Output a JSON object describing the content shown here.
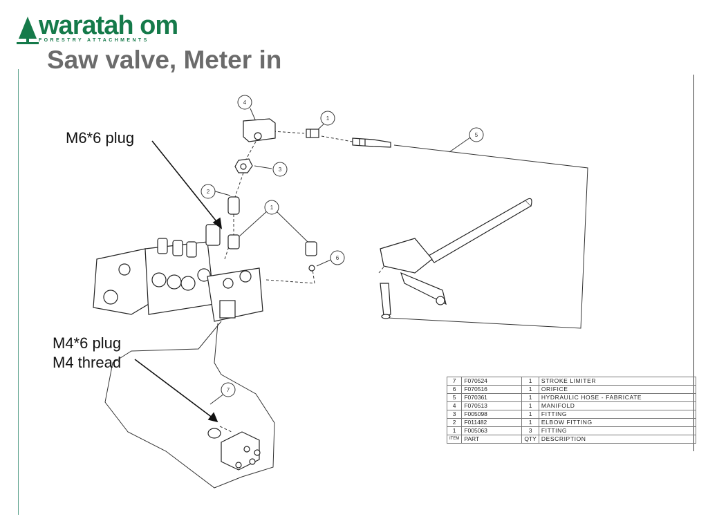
{
  "logo": {
    "name": "waratah om",
    "tagline": "FORESTRY   ATTACHMENTS",
    "brand_color": "#157a4a"
  },
  "title": "Saw valve, Meter in",
  "callouts": {
    "top": "M6*6 plug",
    "bottom_line1": "M4*6 plug",
    "bottom_line2": "M4 thread"
  },
  "balloons": [
    "4",
    "1",
    "5",
    "3",
    "2",
    "1",
    "6",
    "7"
  ],
  "bom": {
    "rows": [
      {
        "item": "7",
        "part": "F070524",
        "qty": "1",
        "description": "STROKE LIMITER"
      },
      {
        "item": "6",
        "part": "F070516",
        "qty": "1",
        "description": "ORIFICE"
      },
      {
        "item": "5",
        "part": "F070361",
        "qty": "1",
        "description": "HYDRAULIC HOSE - FABRICATE"
      },
      {
        "item": "4",
        "part": "F070513",
        "qty": "1",
        "description": "MANIFOLD"
      },
      {
        "item": "3",
        "part": "F005098",
        "qty": "1",
        "description": "FITTING"
      },
      {
        "item": "2",
        "part": "F011482",
        "qty": "1",
        "description": "ELBOW FITTING"
      },
      {
        "item": "1",
        "part": "F005063",
        "qty": "3",
        "description": "FITTING"
      }
    ],
    "header": {
      "item": "ITEM",
      "part": "PART",
      "qty": "QTY",
      "description": "DESCRIPTION"
    }
  }
}
